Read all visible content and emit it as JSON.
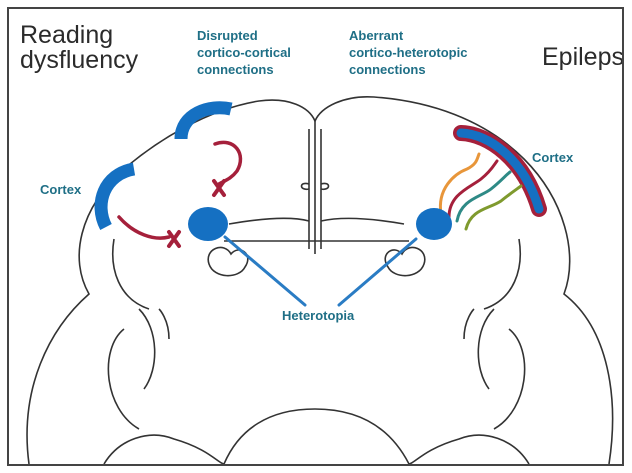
{
  "labels": {
    "reading_line1": "Reading",
    "reading_line2": "dysfluency",
    "epilepsy": "Epilepsy",
    "disrupted": [
      "Disrupted",
      "cortico-cortical",
      "connections"
    ],
    "aberrant": [
      "Aberrant",
      "cortico-heterotopic",
      "connections"
    ],
    "cortex_left": "Cortex",
    "cortex_right": "Cortex",
    "heterotopia": "Heterotopia"
  },
  "colors": {
    "outline": "#333333",
    "cortex_blue": "#1570c2",
    "heterotopia_blue": "#1570c2",
    "pointer_blue": "#2a7cc4",
    "disrupted_red": "#a5203b",
    "label_teal": "#1f6f86",
    "aberrant_lines": [
      "#e8963a",
      "#a5203b",
      "#2e8a86",
      "#7f9a2e"
    ]
  },
  "icons": {
    "disconnection_marks": "x-mark"
  }
}
